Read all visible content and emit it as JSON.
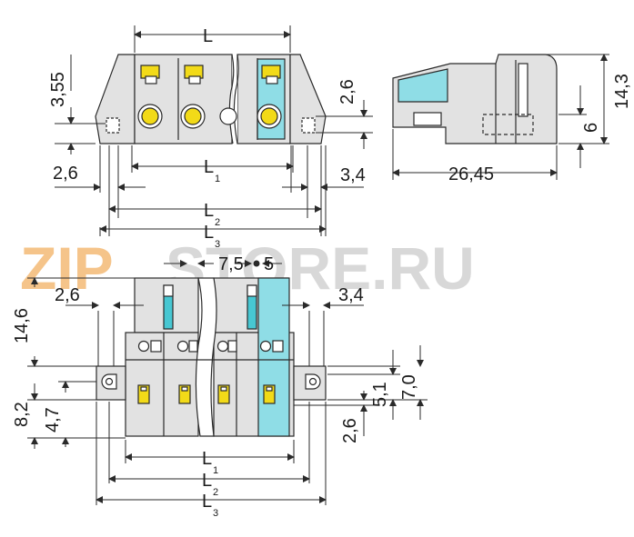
{
  "watermark": {
    "part1": "ZIP",
    "part2": "STORE.RU",
    "color1": "#f5c48a",
    "color2": "#d8d8d8"
  },
  "colors": {
    "body": "#e2e2e2",
    "cyan": "#8fdde6",
    "cyan_dark": "#47c7d2",
    "yellow": "#f2da18",
    "line": "#2a2a2a"
  },
  "dims": {
    "top": {
      "L": "L",
      "v355": "3,55",
      "v26": "2,6",
      "v34": "3,4",
      "L1": "L",
      "L1_sub": "1",
      "L2": "L",
      "L2_sub": "2",
      "L3": "L",
      "L3_sub": "3"
    },
    "side": {
      "v26": "2,6",
      "v6": "6",
      "v143": "14,3",
      "v2645": "26,45"
    },
    "front": {
      "v75": "7,5",
      "v5": "5",
      "v26a": "2,6",
      "v34": "3,4",
      "v146": "14,6",
      "v82": "8,2",
      "v47": "4,7",
      "v51": "5,1",
      "v70": "7,0",
      "v26b": "2,6",
      "L1": "L",
      "L1_sub": "1",
      "L2": "L",
      "L2_sub": "2",
      "L3": "L",
      "L3_sub": "3"
    }
  }
}
